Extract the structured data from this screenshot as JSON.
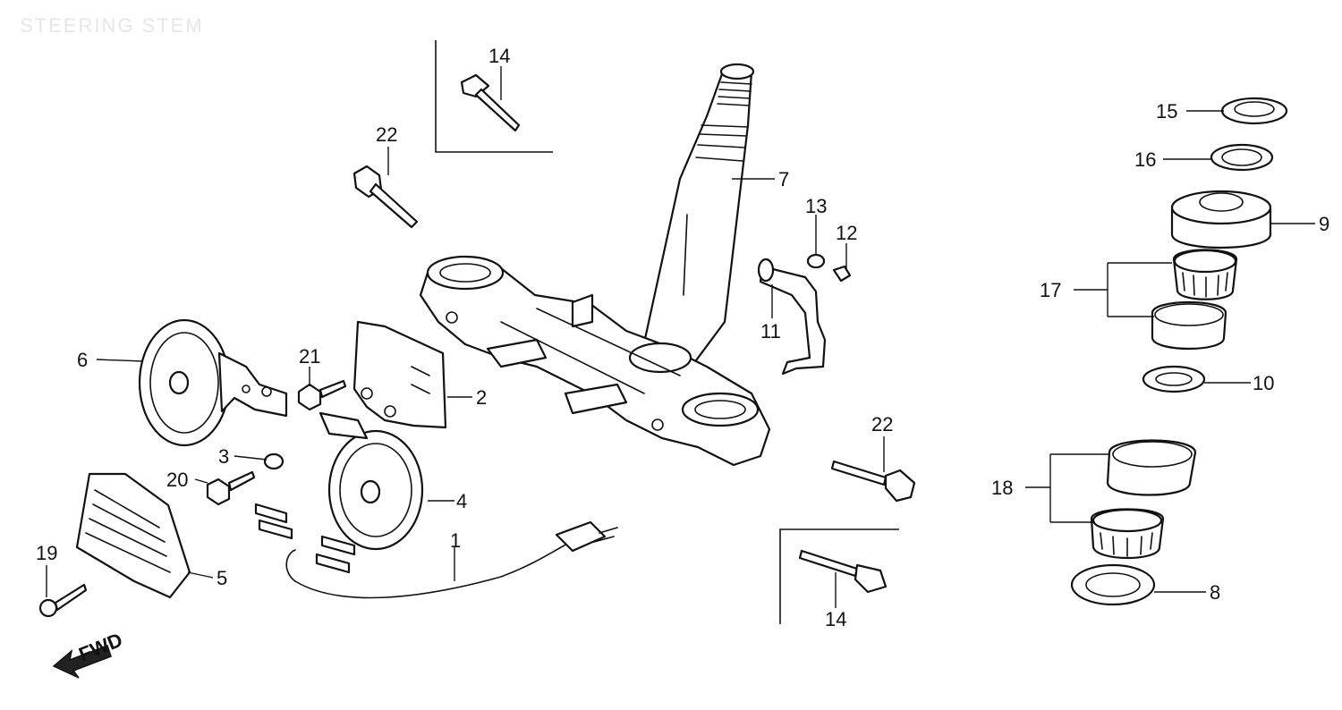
{
  "title": "STEERING STEM",
  "fwd_label": "FWD",
  "callouts": [
    {
      "id": "c1",
      "label": "1"
    },
    {
      "id": "c2",
      "label": "2"
    },
    {
      "id": "c3",
      "label": "3"
    },
    {
      "id": "c4",
      "label": "4"
    },
    {
      "id": "c5",
      "label": "5"
    },
    {
      "id": "c6",
      "label": "6"
    },
    {
      "id": "c7",
      "label": "7"
    },
    {
      "id": "c8",
      "label": "8"
    },
    {
      "id": "c9",
      "label": "9"
    },
    {
      "id": "c10",
      "label": "10"
    },
    {
      "id": "c11",
      "label": "11"
    },
    {
      "id": "c12",
      "label": "12"
    },
    {
      "id": "c13",
      "label": "13"
    },
    {
      "id": "c14a",
      "label": "14"
    },
    {
      "id": "c14b",
      "label": "14"
    },
    {
      "id": "c15",
      "label": "15"
    },
    {
      "id": "c16",
      "label": "16"
    },
    {
      "id": "c17",
      "label": "17"
    },
    {
      "id": "c18",
      "label": "18"
    },
    {
      "id": "c19",
      "label": "19"
    },
    {
      "id": "c20",
      "label": "20"
    },
    {
      "id": "c21",
      "label": "21"
    },
    {
      "id": "c22a",
      "label": "22"
    },
    {
      "id": "c22b",
      "label": "22"
    }
  ]
}
